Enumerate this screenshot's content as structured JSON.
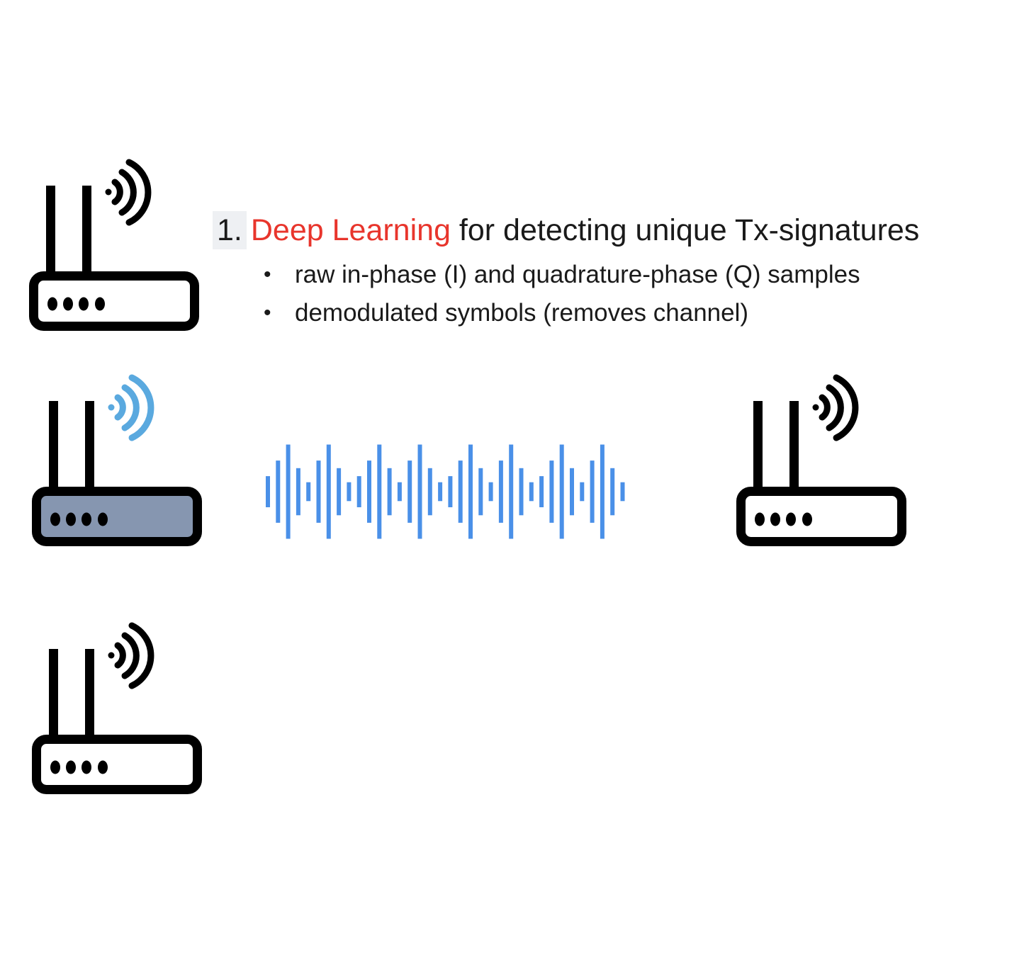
{
  "heading": {
    "number": "1.",
    "highlight": "Deep Learning",
    "rest": " for detecting unique Tx-signatures"
  },
  "bullets": [
    {
      "marker": "•",
      "text": "raw in-phase (I) and quadrature-phase (Q) samples"
    },
    {
      "marker": "•",
      "text": "demodulated symbols (removes channel)"
    }
  ],
  "routers": [
    {
      "id": "tx-1",
      "role": "transmitter",
      "highlighted": false,
      "signal_color": "#000000",
      "body_fill": "#ffffff"
    },
    {
      "id": "tx-2",
      "role": "transmitter",
      "highlighted": true,
      "signal_color": "#5aa9df",
      "body_fill": "#8696b0"
    },
    {
      "id": "tx-3",
      "role": "transmitter",
      "highlighted": false,
      "signal_color": "#000000",
      "body_fill": "#ffffff"
    },
    {
      "id": "rx",
      "role": "receiver",
      "highlighted": false,
      "signal_color": "#000000",
      "body_fill": "#ffffff"
    }
  ],
  "waveform": {
    "color": "#4a90e8",
    "pattern_levels": [
      0.33,
      0.66,
      1.0,
      0.5,
      0.2,
      0.66,
      1.0,
      0.5,
      0.2,
      0.33,
      0.66,
      1.0,
      0.5,
      0.2,
      0.66,
      1.0,
      0.5,
      0.2,
      0.33,
      0.66,
      1.0,
      0.5,
      0.2,
      0.66,
      1.0,
      0.5,
      0.2,
      0.33,
      0.66,
      1.0,
      0.5,
      0.2,
      0.66,
      1.0,
      0.5,
      0.2
    ]
  },
  "colors": {
    "accent_red": "#e8352c",
    "highlight_bg": "#eef0f3"
  }
}
